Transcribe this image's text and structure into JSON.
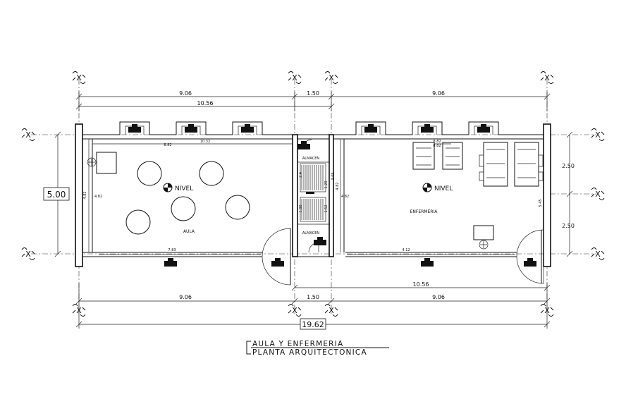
{
  "dimensions": {
    "top_segment_left": "9.06",
    "top_segment_mid": "1.50",
    "top_segment_right": "9.06",
    "top_overall": "10.56",
    "bottom_overall": "10.56",
    "bottom_segment_left": "9.06",
    "bottom_segment_mid": "1.50",
    "bottom_segment_right": "9.06",
    "total_length": "19.62",
    "total_width": "5.00",
    "right_upper": "2.50",
    "right_lower": "2.50",
    "inner_aula_top": "8.82",
    "inner_top_small": "10.32",
    "inner_aula_height": "4.82",
    "inner_aula_bottom": "7.83",
    "inner_enf_height": "4.82",
    "inner_enf_bottom": "4.12",
    "inner_enf_top": "8.82",
    "enf_right_small": "5.45",
    "alm_mid": "1.00",
    "alm_top_left": "2.4",
    "alm_mid_right": "1.52",
    "alm_right_upper": "3.05",
    "alm_right_lower": "1.20"
  },
  "labels": {
    "nivel_left": "NIVEL",
    "nivel_right": "NIVEL",
    "room_aula": "AULA",
    "room_enfermeria": "ENFERMERIA",
    "room_almacen_top": "ALMACEN",
    "room_almacen_bottom": "ALMACEN",
    "axis_marker": "X"
  },
  "title": {
    "line1": "AULA Y ENFERMERIA",
    "line2": "PLANTA ARQUITECTONICA"
  }
}
